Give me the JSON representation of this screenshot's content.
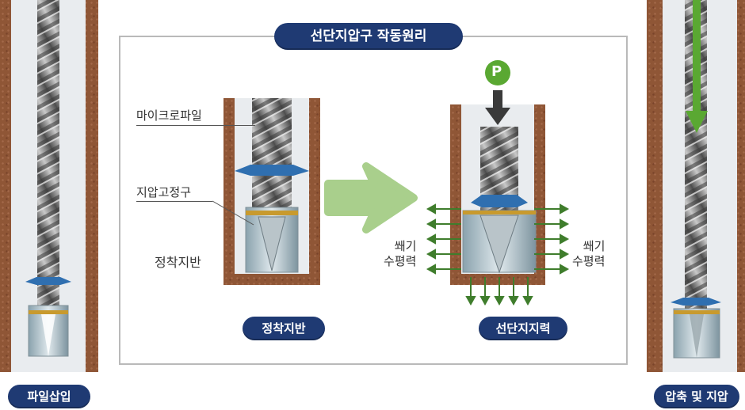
{
  "diagram": {
    "title": "선단지압구 작동원리",
    "left_panel_caption": "파일삽입",
    "right_panel_caption": "압축 및 지압",
    "center_left_caption": "정착지반",
    "center_right_caption": "선단지지력",
    "labels": {
      "micropile": "마이크로파일",
      "bearing_device": "지압고정구",
      "anchoring_ground": "정착지반",
      "wedge_force_left": "쐐기\n수평력",
      "wedge_force_right": "쐐기\n수평력",
      "load_symbol": "P"
    }
  },
  "colors": {
    "soil": "#8f5636",
    "caption_pill": "#1f3a73",
    "arrow_green_dark": "#3f7d2c",
    "arrow_green_light": "#a9cf8c",
    "load_arrow": "#5aa832",
    "bearing_plate": "#2f6fb0"
  }
}
